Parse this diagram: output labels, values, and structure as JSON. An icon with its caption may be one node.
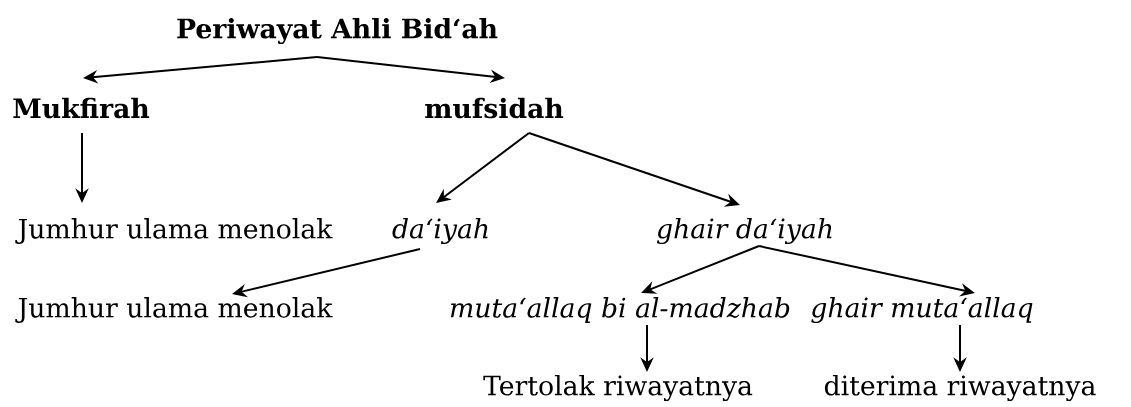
{
  "diagram": {
    "nodes": [
      {
        "text": [
          "Periwayat Ahli Bid‘ah"
        ]
      },
      {
        "text": [
          "Mukfirah"
        ]
      },
      {
        "text": [
          "mufsidah"
        ]
      },
      {
        "text": [
          "Jumhur ulama menolak"
        ]
      },
      {
        "text": [
          "da‘iyah"
        ]
      },
      {
        "text": [
          "ghair da‘iyah"
        ]
      },
      {
        "text": [
          "Jumhur ulama menolak"
        ]
      },
      {
        "text": [
          "muta‘allaq bi al-madzhab"
        ]
      },
      {
        "text": [
          "ghair muta‘allaq"
        ]
      },
      {
        "text": [
          "Tertolak riwayatnya"
        ]
      },
      {
        "text": [
          "diterima riwayatnya"
        ]
      }
    ],
    "edges": [
      {
        "from": 0,
        "to": 1,
        "arrow": "to"
      },
      {
        "from": 0,
        "to": 2,
        "arrow": "to"
      },
      {
        "from": 1,
        "to": 3,
        "arrow": "to"
      },
      {
        "from": 2,
        "to": 4,
        "arrow": "to"
      },
      {
        "from": 2,
        "to": 5,
        "arrow": "to"
      },
      {
        "from": 4,
        "to": 6,
        "arrow": "to"
      },
      {
        "from": 5,
        "to": 7,
        "arrow": "to"
      },
      {
        "from": 5,
        "to": 8,
        "arrow": "to"
      },
      {
        "from": 7,
        "to": 9,
        "arrow": "to"
      },
      {
        "from": 8,
        "to": 10,
        "arrow": "to"
      }
    ]
  }
}
